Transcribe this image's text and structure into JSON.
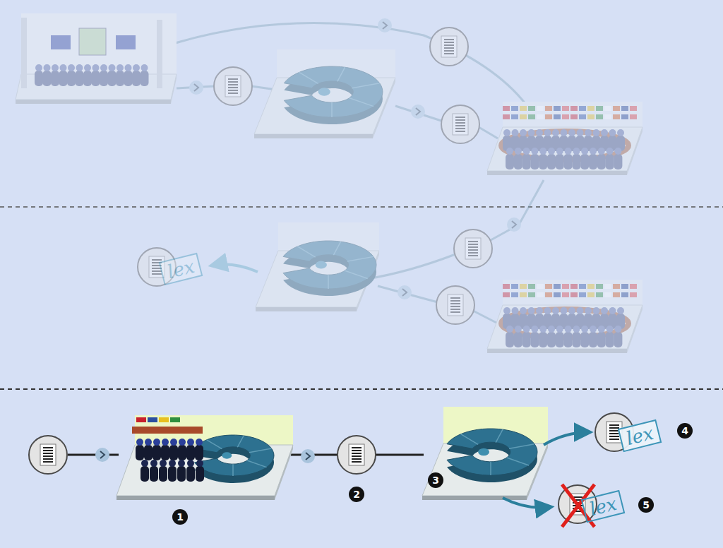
{
  "diagram": {
    "nodes": [
      {
        "text": [
          "lex"
        ]
      },
      {
        "text": [
          "lex"
        ]
      },
      {
        "text": [
          "lex"
        ]
      }
    ],
    "labels": [
      "1",
      "2",
      "3",
      "4",
      "5"
    ]
  }
}
